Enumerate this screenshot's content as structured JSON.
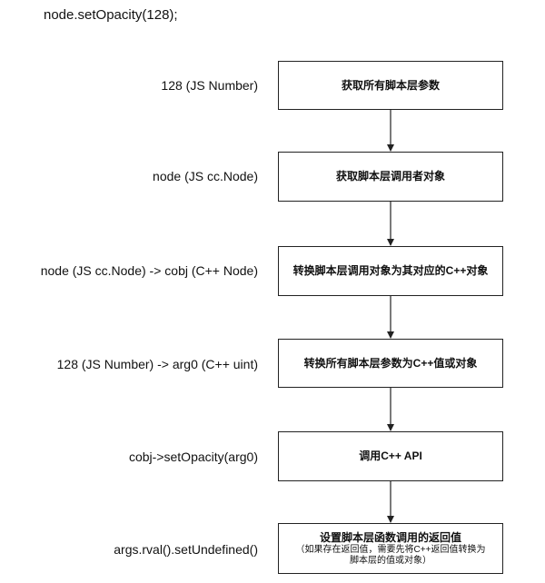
{
  "header": "node.setOpacity(128);",
  "steps": [
    {
      "label": "128 (JS Number)",
      "box": "获取所有脚本层参数"
    },
    {
      "label": "node (JS cc.Node)",
      "box": "获取脚本层调用者对象"
    },
    {
      "label": "node (JS cc.Node) -> cobj (C++ Node)",
      "box": "转换脚本层调用对象为其对应的C++对象"
    },
    {
      "label": "128 (JS Number) -> arg0 (C++ uint)",
      "box": "转换所有脚本层参数为C++值或对象"
    },
    {
      "label": "cobj->setOpacity(arg0)",
      "box": "调用C++ API"
    },
    {
      "label": "args.rval().setUndefined()",
      "box": "设置脚本层函数调用的返回值",
      "note_line1": "（如果存在返回值，需要先将C++返回值转换为",
      "note_line2": "脚本层的值或对象）"
    }
  ]
}
